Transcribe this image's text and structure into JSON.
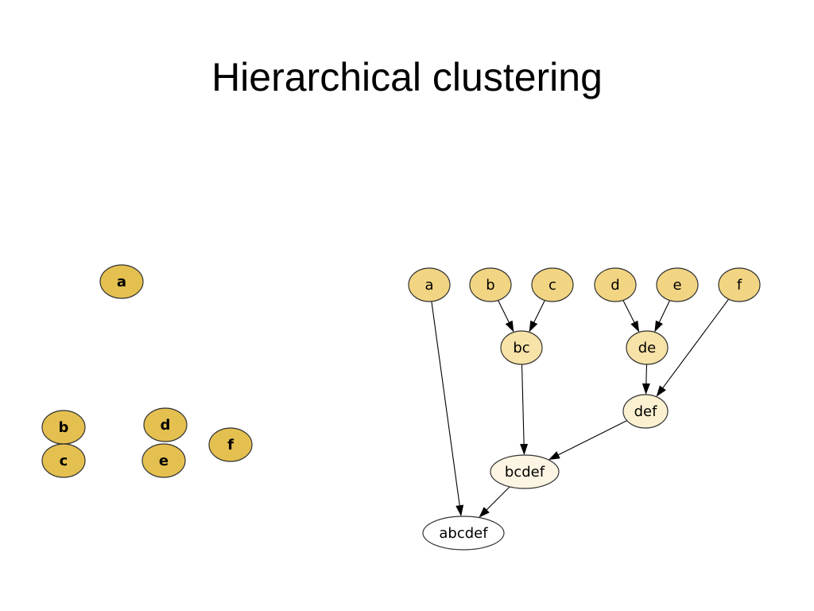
{
  "slide": {
    "title": "Hierarchical clustering"
  },
  "colors": {
    "scatter_fill": "#e4c050",
    "leaf_fill": "#f2d583",
    "level1_fill": "#f7e2a7",
    "level2_fill": "#fbf0d0",
    "level3_fill": "#fdf5e3",
    "root_fill": "#ffffff",
    "stroke": "#333333",
    "edge": "#000000"
  },
  "scatter_points": [
    {
      "id": "a",
      "label": "a"
    },
    {
      "id": "b",
      "label": "b"
    },
    {
      "id": "c",
      "label": "c"
    },
    {
      "id": "d",
      "label": "d"
    },
    {
      "id": "e",
      "label": "e"
    },
    {
      "id": "f",
      "label": "f"
    }
  ],
  "dendrogram": {
    "nodes": [
      {
        "id": "a",
        "label": "a",
        "level": "leaf"
      },
      {
        "id": "b",
        "label": "b",
        "level": "leaf"
      },
      {
        "id": "c",
        "label": "c",
        "level": "leaf"
      },
      {
        "id": "d",
        "label": "d",
        "level": "leaf"
      },
      {
        "id": "e",
        "label": "e",
        "level": "leaf"
      },
      {
        "id": "f",
        "label": "f",
        "level": "leaf"
      },
      {
        "id": "bc",
        "label": "bc",
        "level": "level1"
      },
      {
        "id": "de",
        "label": "de",
        "level": "level1"
      },
      {
        "id": "def",
        "label": "def",
        "level": "level2"
      },
      {
        "id": "bcdef",
        "label": "bcdef",
        "level": "level3"
      },
      {
        "id": "abcdef",
        "label": "abcdef",
        "level": "root"
      }
    ],
    "edges": [
      {
        "from": "a",
        "to": "abcdef"
      },
      {
        "from": "b",
        "to": "bc"
      },
      {
        "from": "c",
        "to": "bc"
      },
      {
        "from": "d",
        "to": "de"
      },
      {
        "from": "e",
        "to": "de"
      },
      {
        "from": "f",
        "to": "def"
      },
      {
        "from": "bc",
        "to": "bcdef"
      },
      {
        "from": "de",
        "to": "def"
      },
      {
        "from": "def",
        "to": "bcdef"
      },
      {
        "from": "bcdef",
        "to": "abcdef"
      }
    ]
  }
}
